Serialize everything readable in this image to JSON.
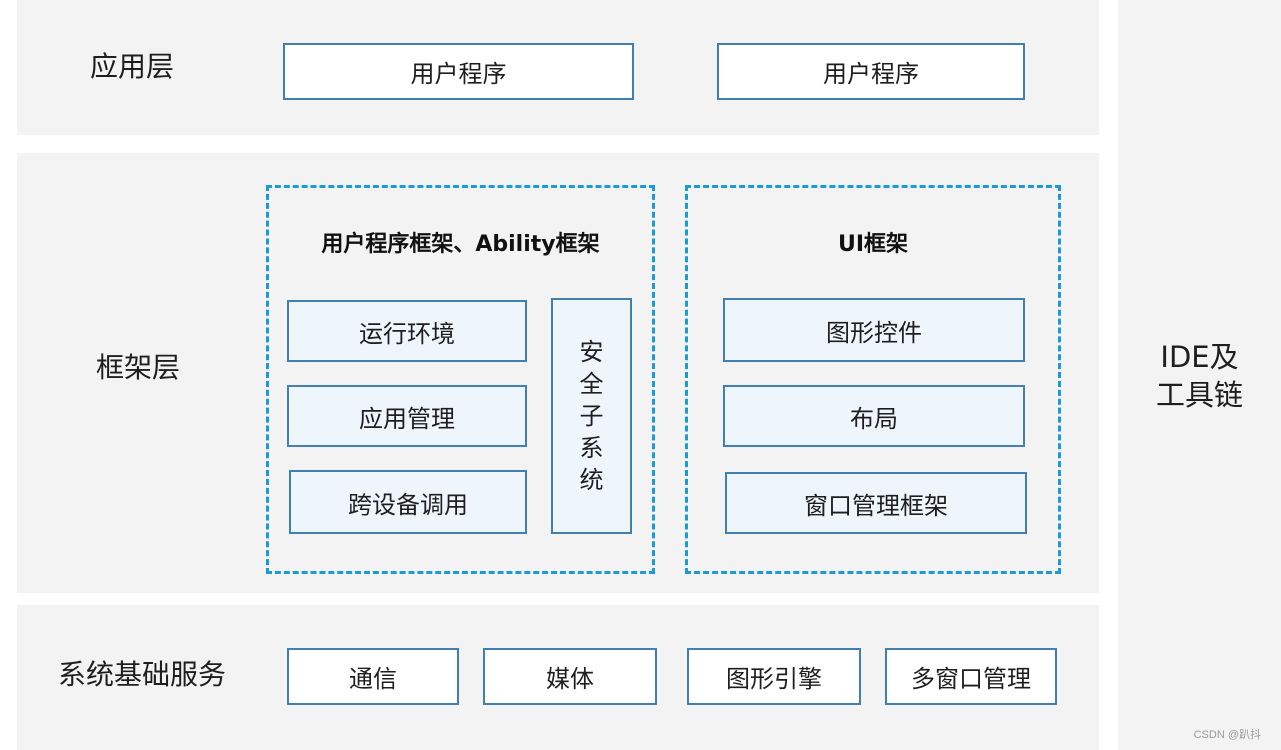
{
  "application_layer": {
    "label": "应用层",
    "programs": [
      "用户程序",
      "用户程序"
    ]
  },
  "framework_layer": {
    "label": "框架层",
    "app_framework": {
      "title": "用户程序框架、Ability框架",
      "items": [
        "运行环境",
        "应用管理",
        "跨设备调用"
      ],
      "security_chars": [
        "安",
        "全",
        "子",
        "系",
        "统"
      ]
    },
    "ui_framework": {
      "title": "UI框架",
      "items": [
        "图形控件",
        "布局",
        "窗口管理框架"
      ]
    }
  },
  "system_services_layer": {
    "label": "系统基础服务",
    "items": [
      "通信",
      "媒体",
      "图形引擎",
      "多窗口管理"
    ]
  },
  "ide": {
    "lines": [
      "IDE及",
      "工具链"
    ]
  },
  "watermark": "CSDN @趴抖",
  "colors": {
    "band": "#f3f3f3",
    "box_border": "#3f7fb1",
    "box_fill_light": "#eef5fb",
    "dashed_border": "#1a9bd7"
  }
}
